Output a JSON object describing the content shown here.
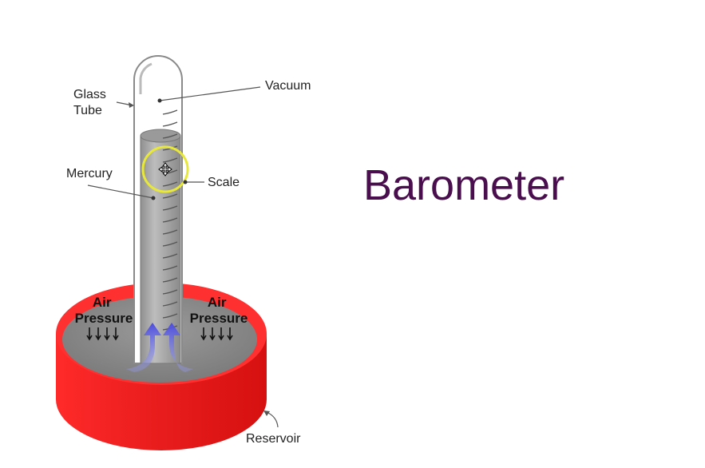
{
  "title": "Barometer",
  "colors": {
    "title": "#4a0e4e",
    "reservoir_red": "#ee2222",
    "mercury_gray": "#a9a9a9",
    "highlight_ring": "#e8e83a",
    "arrow_blue": "#5a5ae6"
  },
  "labels": {
    "glass_tube": [
      "Glass",
      "Tube"
    ],
    "vacuum": "Vacuum",
    "mercury": "Mercury",
    "scale": "Scale",
    "air_pressure_left": [
      "Air",
      "Pressure"
    ],
    "air_pressure_right": [
      "Air",
      "Pressure"
    ],
    "reservoir": "Reservoir"
  },
  "icons": {
    "cursor": "move-cursor-icon"
  }
}
